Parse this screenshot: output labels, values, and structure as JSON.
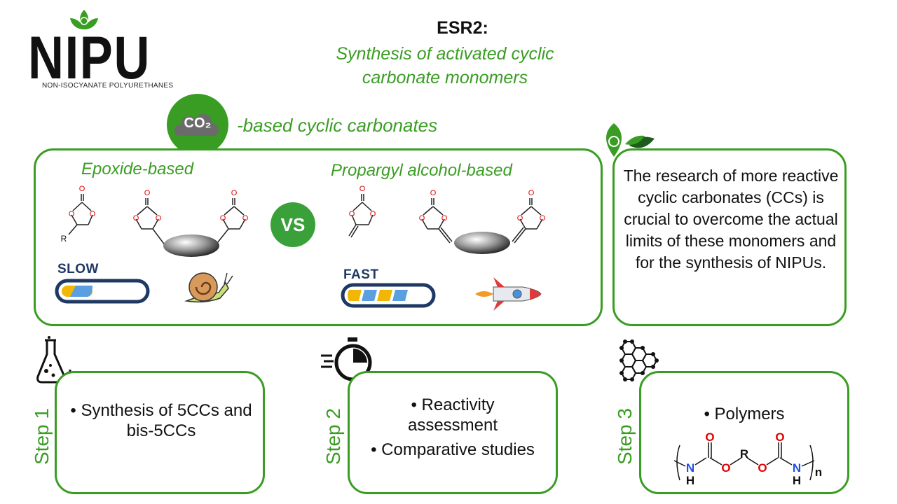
{
  "logo": {
    "name": "NIPU",
    "subtitle": "NON-ISOCYANATE POLYURETHANES"
  },
  "header": {
    "title": "ESR2:",
    "subtitle_line1": "Synthesis of activated cyclic",
    "subtitle_line2": "carbonate monomers"
  },
  "co2": {
    "badge": "CO₂",
    "label": "-based cyclic carbonates"
  },
  "comparison": {
    "left_title": "Epoxide-based",
    "right_title": "Propargyl alcohol-based",
    "vs": "VS",
    "left_speed": "SLOW",
    "right_speed": "FAST",
    "r_group": "R",
    "oxygen": "O"
  },
  "research": {
    "text": "The research of more reactive cyclic carbonates (CCs) is crucial to overcome the actual limits of these monomers and for the synthesis of NIPUs."
  },
  "steps": [
    {
      "label": "Step 1",
      "bullets": [
        "Synthesis of 5CCs and bis-5CCs"
      ]
    },
    {
      "label": "Step 2",
      "bullets": [
        "Reactivity assessment",
        "Comparative studies"
      ]
    },
    {
      "label": "Step 3",
      "bullets": [
        "Polymers"
      ]
    }
  ],
  "polymer": {
    "o": "O",
    "n": "N",
    "h": "H",
    "r": "R",
    "subscript": "n"
  },
  "colors": {
    "green": "#3a9d23",
    "oxygen_red": "#e00000",
    "nitrogen_blue": "#1f4fe0",
    "bar_navy": "#1f3864",
    "bar_yellow": "#f2b705",
    "bar_blue": "#5aa0e0"
  }
}
